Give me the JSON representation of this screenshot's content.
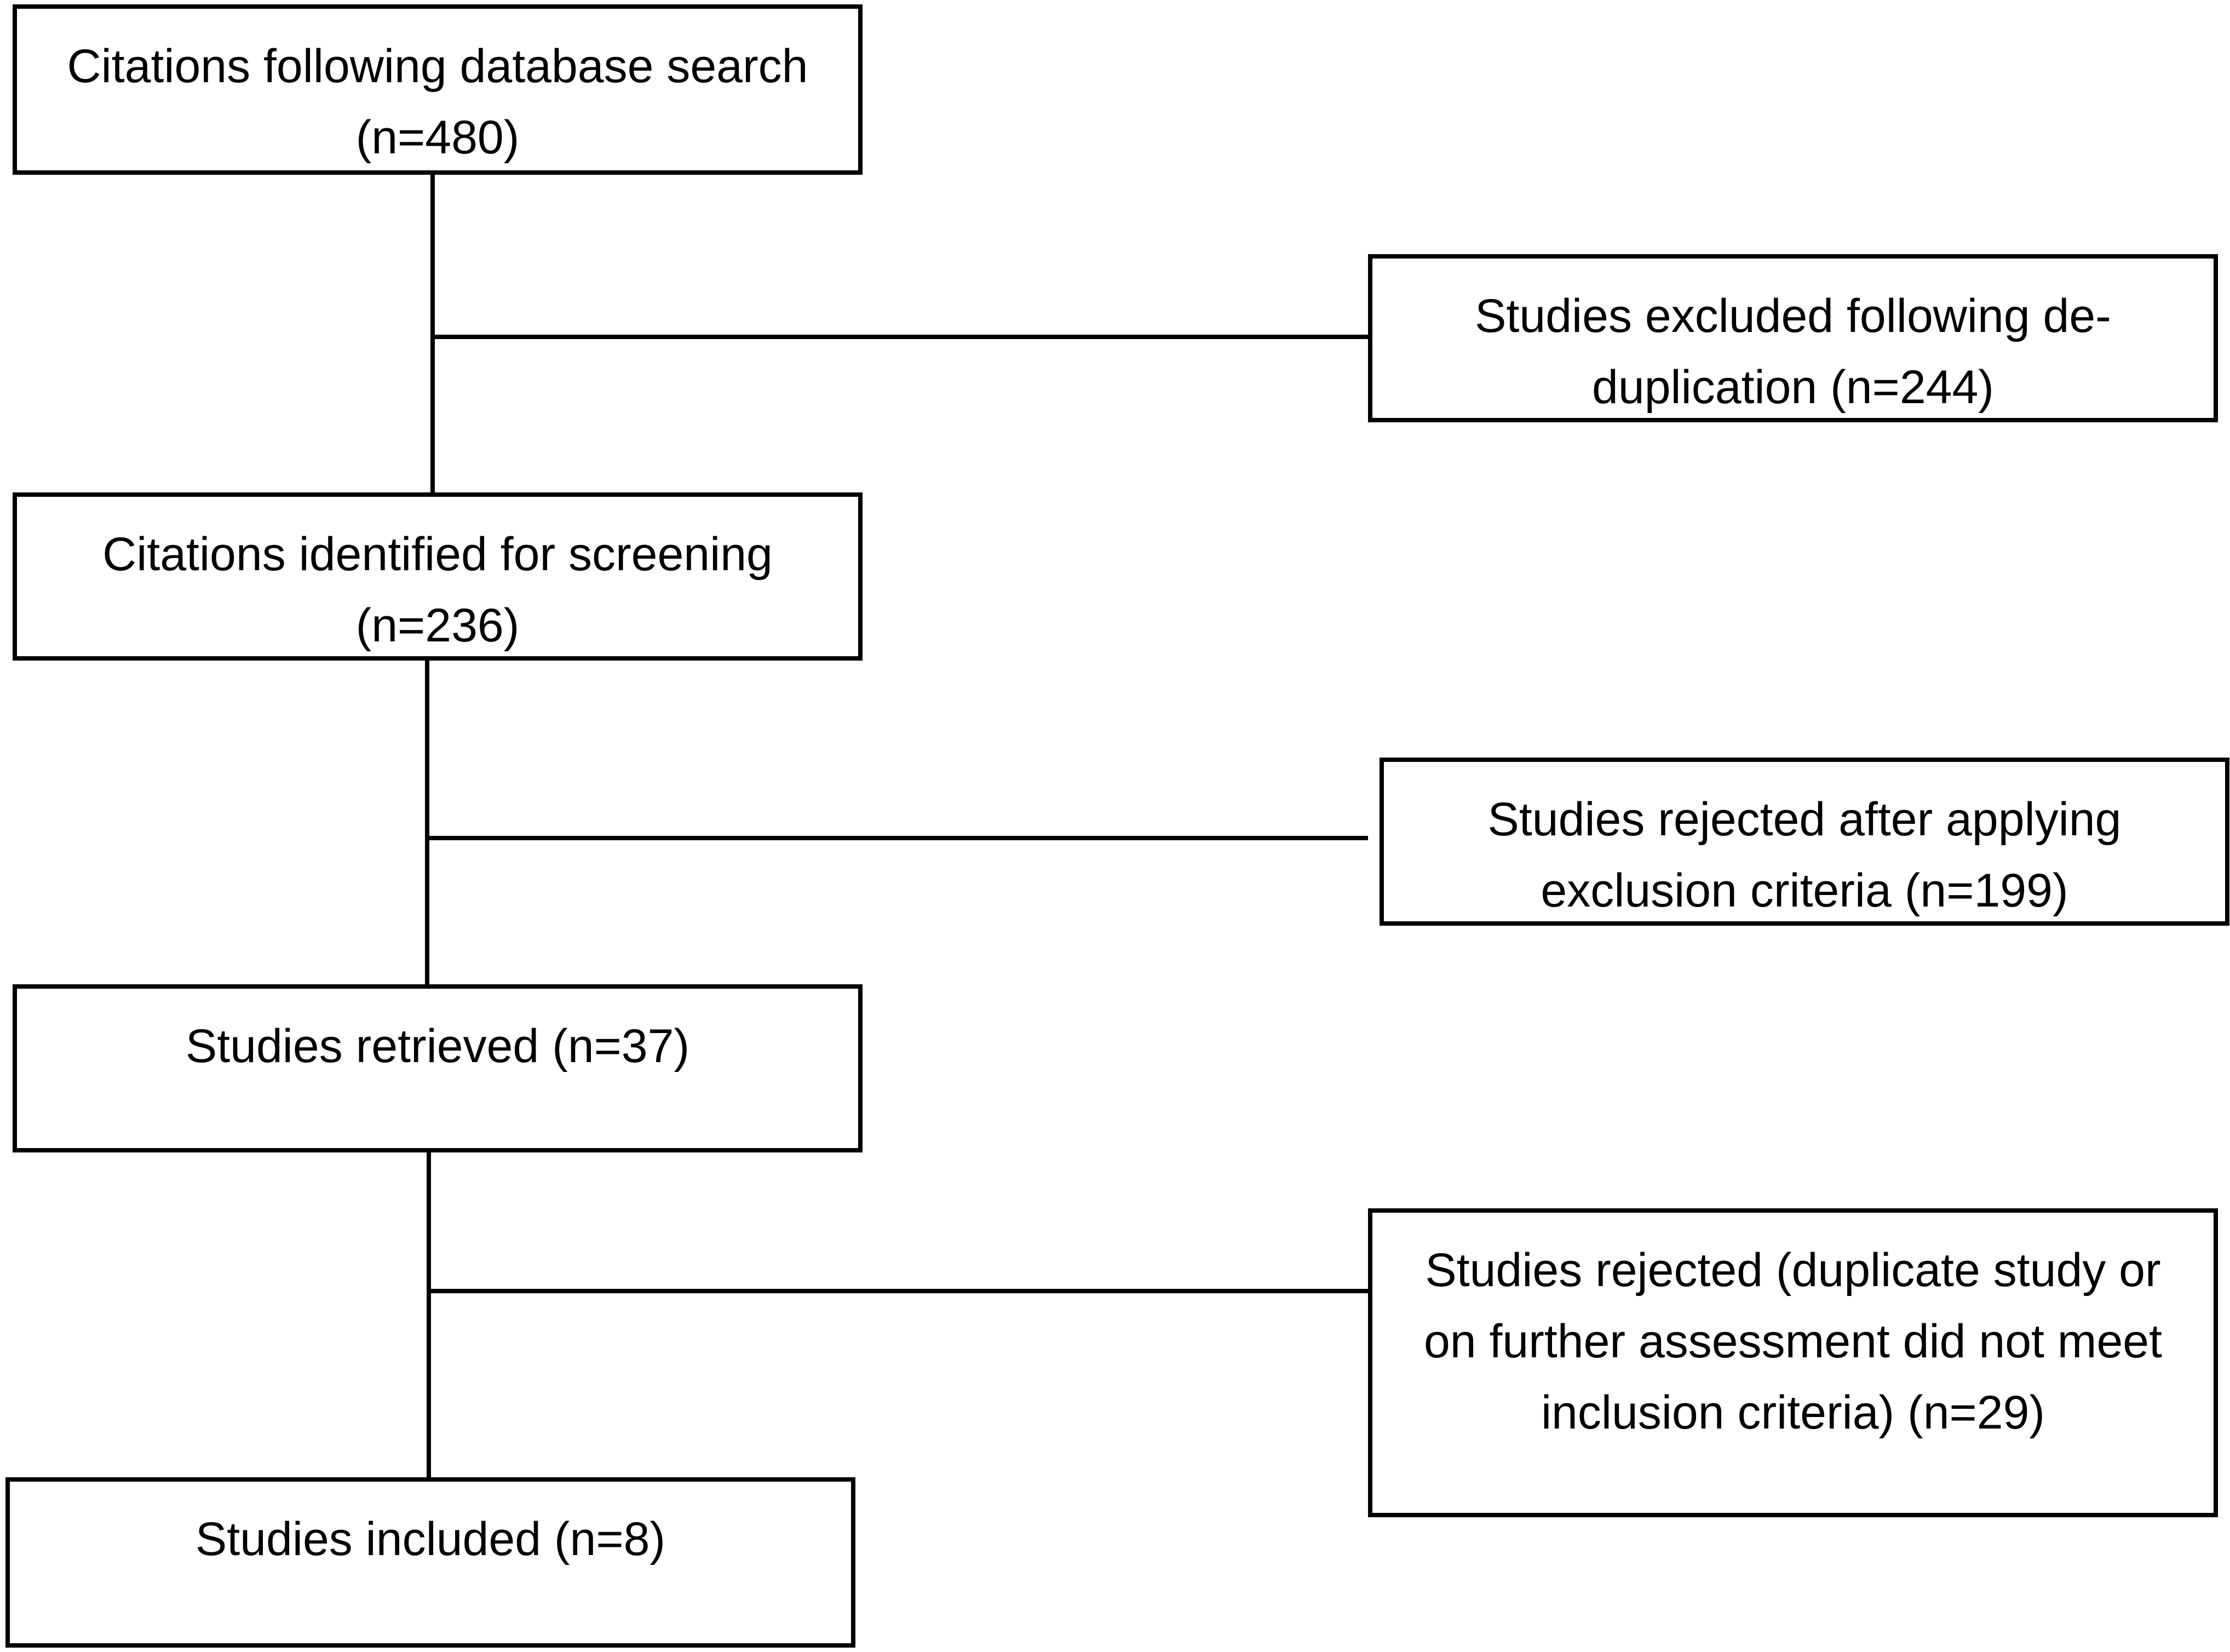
{
  "flowchart": {
    "citations_database_search": "Citations following database search (n=480)",
    "excluded_deduplication": "Studies excluded following de-duplication (n=244)",
    "identified_for_screening": "Citations identified for screening (n=236)",
    "rejected_exclusion_criteria": "Studies rejected after applying exclusion criteria (n=199)",
    "studies_retrieved": "Studies retrieved (n=37)",
    "rejected_further_assessment": "Studies rejected (duplicate study or on further assessment did not meet inclusion criteria) (n=29)",
    "studies_included": "Studies included (n=8)"
  }
}
